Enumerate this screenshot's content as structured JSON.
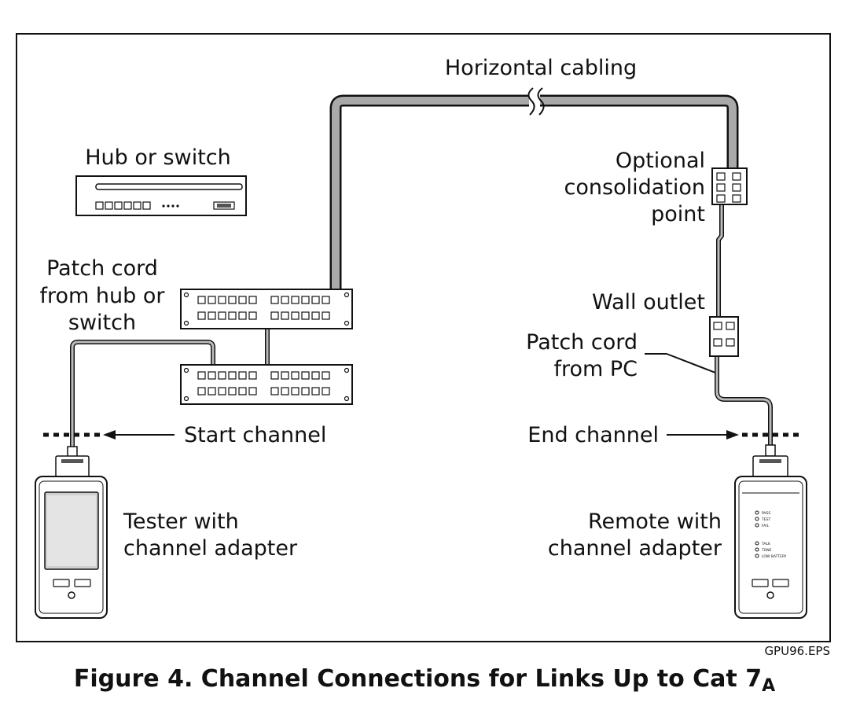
{
  "labels": {
    "horizontal_cabling": "Horizontal cabling",
    "hub_switch": "Hub or switch",
    "optional_cp": [
      "Optional",
      "consolidation",
      "point"
    ],
    "patch_cord_hub": [
      "Patch cord",
      "from hub or",
      "switch"
    ],
    "wall_outlet": "Wall outlet",
    "patch_cord_pc": [
      "Patch cord",
      "from PC"
    ],
    "start_channel": "Start channel",
    "end_channel": "End channel",
    "tester": [
      "Tester with",
      "channel adapter"
    ],
    "remote": [
      "Remote with",
      "channel adapter"
    ],
    "remote_leds_a": [
      "PASS",
      "TEST",
      "FAIL"
    ],
    "remote_leds_b": [
      "TALK",
      "TONE",
      "LOW BATTERY"
    ]
  },
  "file_id": "GPU96.EPS",
  "caption": {
    "main": "Figure 4. Channel Connections for Links Up to Cat 7",
    "subscript": "A"
  }
}
